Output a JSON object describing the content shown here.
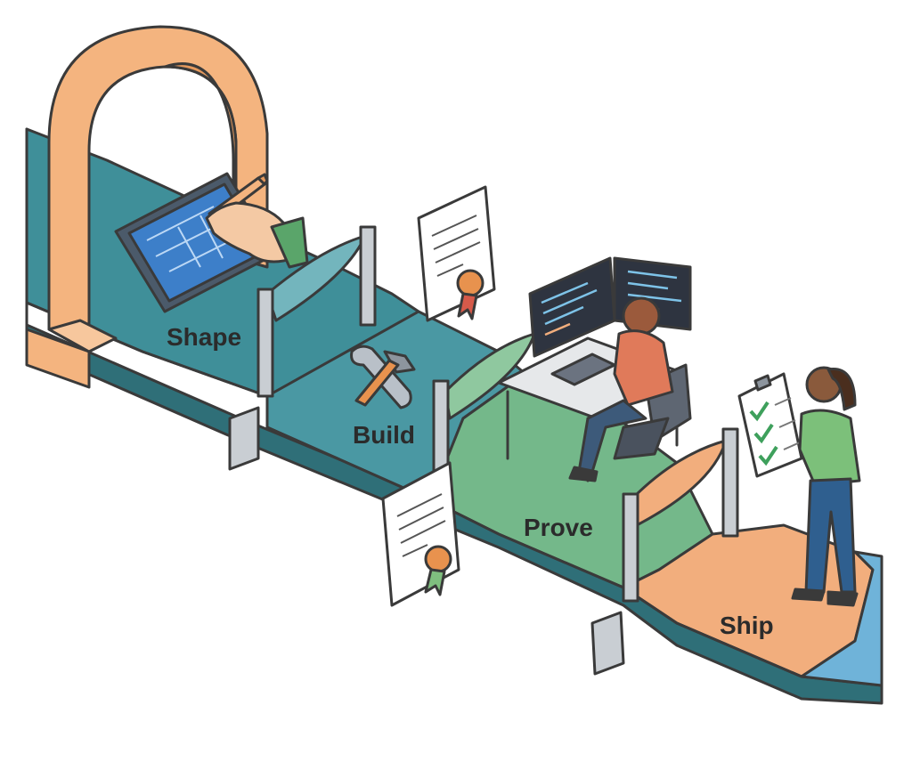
{
  "stages": [
    {
      "id": "shape",
      "label": "Shape",
      "color": "#3f8f99"
    },
    {
      "id": "build",
      "label": "Build",
      "color": "#4a98a3"
    },
    {
      "id": "prove",
      "label": "Prove",
      "color": "#74b88a"
    },
    {
      "id": "ship",
      "label": "Ship",
      "color": "#f2ae7d"
    }
  ],
  "icons": [
    "archway",
    "tablet-blueprint",
    "pencil-hand",
    "gate",
    "certificate",
    "wrench-hammer",
    "developer-workstation",
    "checklist-clipboard",
    "person-reviewer",
    "bollard"
  ],
  "colors": {
    "arch": "#f4b47f",
    "arch_shadow": "#e69a5e",
    "outline": "#3a3a3a",
    "gate_post": "#c9ced3",
    "cert_seal": "#e8924e",
    "track_end": "#6fb3d9"
  }
}
